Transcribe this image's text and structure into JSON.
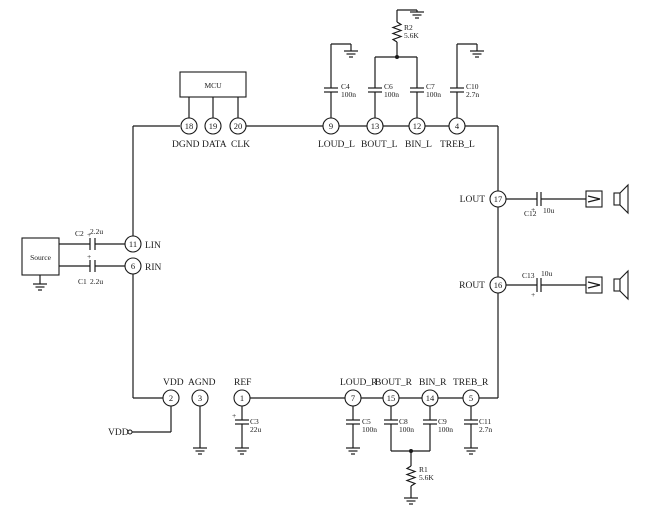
{
  "blocks": {
    "mcu": "MCU",
    "source": "Source"
  },
  "pins": {
    "p18": {
      "num": "18",
      "name": "DGND"
    },
    "p19": {
      "num": "19",
      "name": "DATA"
    },
    "p20": {
      "num": "20",
      "name": "CLK"
    },
    "p9": {
      "num": "9",
      "name": "LOUD_L"
    },
    "p13": {
      "num": "13",
      "name": "BOUT_L"
    },
    "p12": {
      "num": "12",
      "name": "BIN_L"
    },
    "p4": {
      "num": "4",
      "name": "TREB_L"
    },
    "p11": {
      "num": "11",
      "name": "LIN"
    },
    "p6": {
      "num": "6",
      "name": "RIN"
    },
    "p17": {
      "num": "17",
      "name": "LOUT"
    },
    "p16": {
      "num": "16",
      "name": "ROUT"
    },
    "p2": {
      "num": "2",
      "name": "VDD"
    },
    "p3": {
      "num": "3",
      "name": "AGND"
    },
    "p1": {
      "num": "1",
      "name": "REF"
    },
    "p7": {
      "num": "7",
      "name": "LOUD_R"
    },
    "p15": {
      "num": "15",
      "name": "BOUT_R"
    },
    "p14": {
      "num": "14",
      "name": "BIN_R"
    },
    "p5": {
      "num": "5",
      "name": "TREB_R"
    }
  },
  "components": {
    "R2": {
      "ref": "R2",
      "value": "5.6K"
    },
    "R1": {
      "ref": "R1",
      "value": "5.6K"
    },
    "C4": {
      "ref": "C4",
      "value": "100n"
    },
    "C6": {
      "ref": "C6",
      "value": "100n"
    },
    "C7": {
      "ref": "C7",
      "value": "100n"
    },
    "C10": {
      "ref": "C10",
      "value": "2.7n"
    },
    "C2": {
      "ref": "C2",
      "value": "2.2u"
    },
    "C1": {
      "ref": "C1",
      "value": "2.2u"
    },
    "C12": {
      "ref": "C12",
      "value": "10u"
    },
    "C13": {
      "ref": "C13",
      "value": "10u"
    },
    "C3": {
      "ref": "C3",
      "value": "22u"
    },
    "C5": {
      "ref": "C5",
      "value": "100n"
    },
    "C8": {
      "ref": "C8",
      "value": "100n"
    },
    "C9": {
      "ref": "C9",
      "value": "100n"
    },
    "C11": {
      "ref": "C11",
      "value": "2.7n"
    }
  },
  "nets": {
    "vdd_port": "VDD"
  },
  "polarity_mark": "+"
}
